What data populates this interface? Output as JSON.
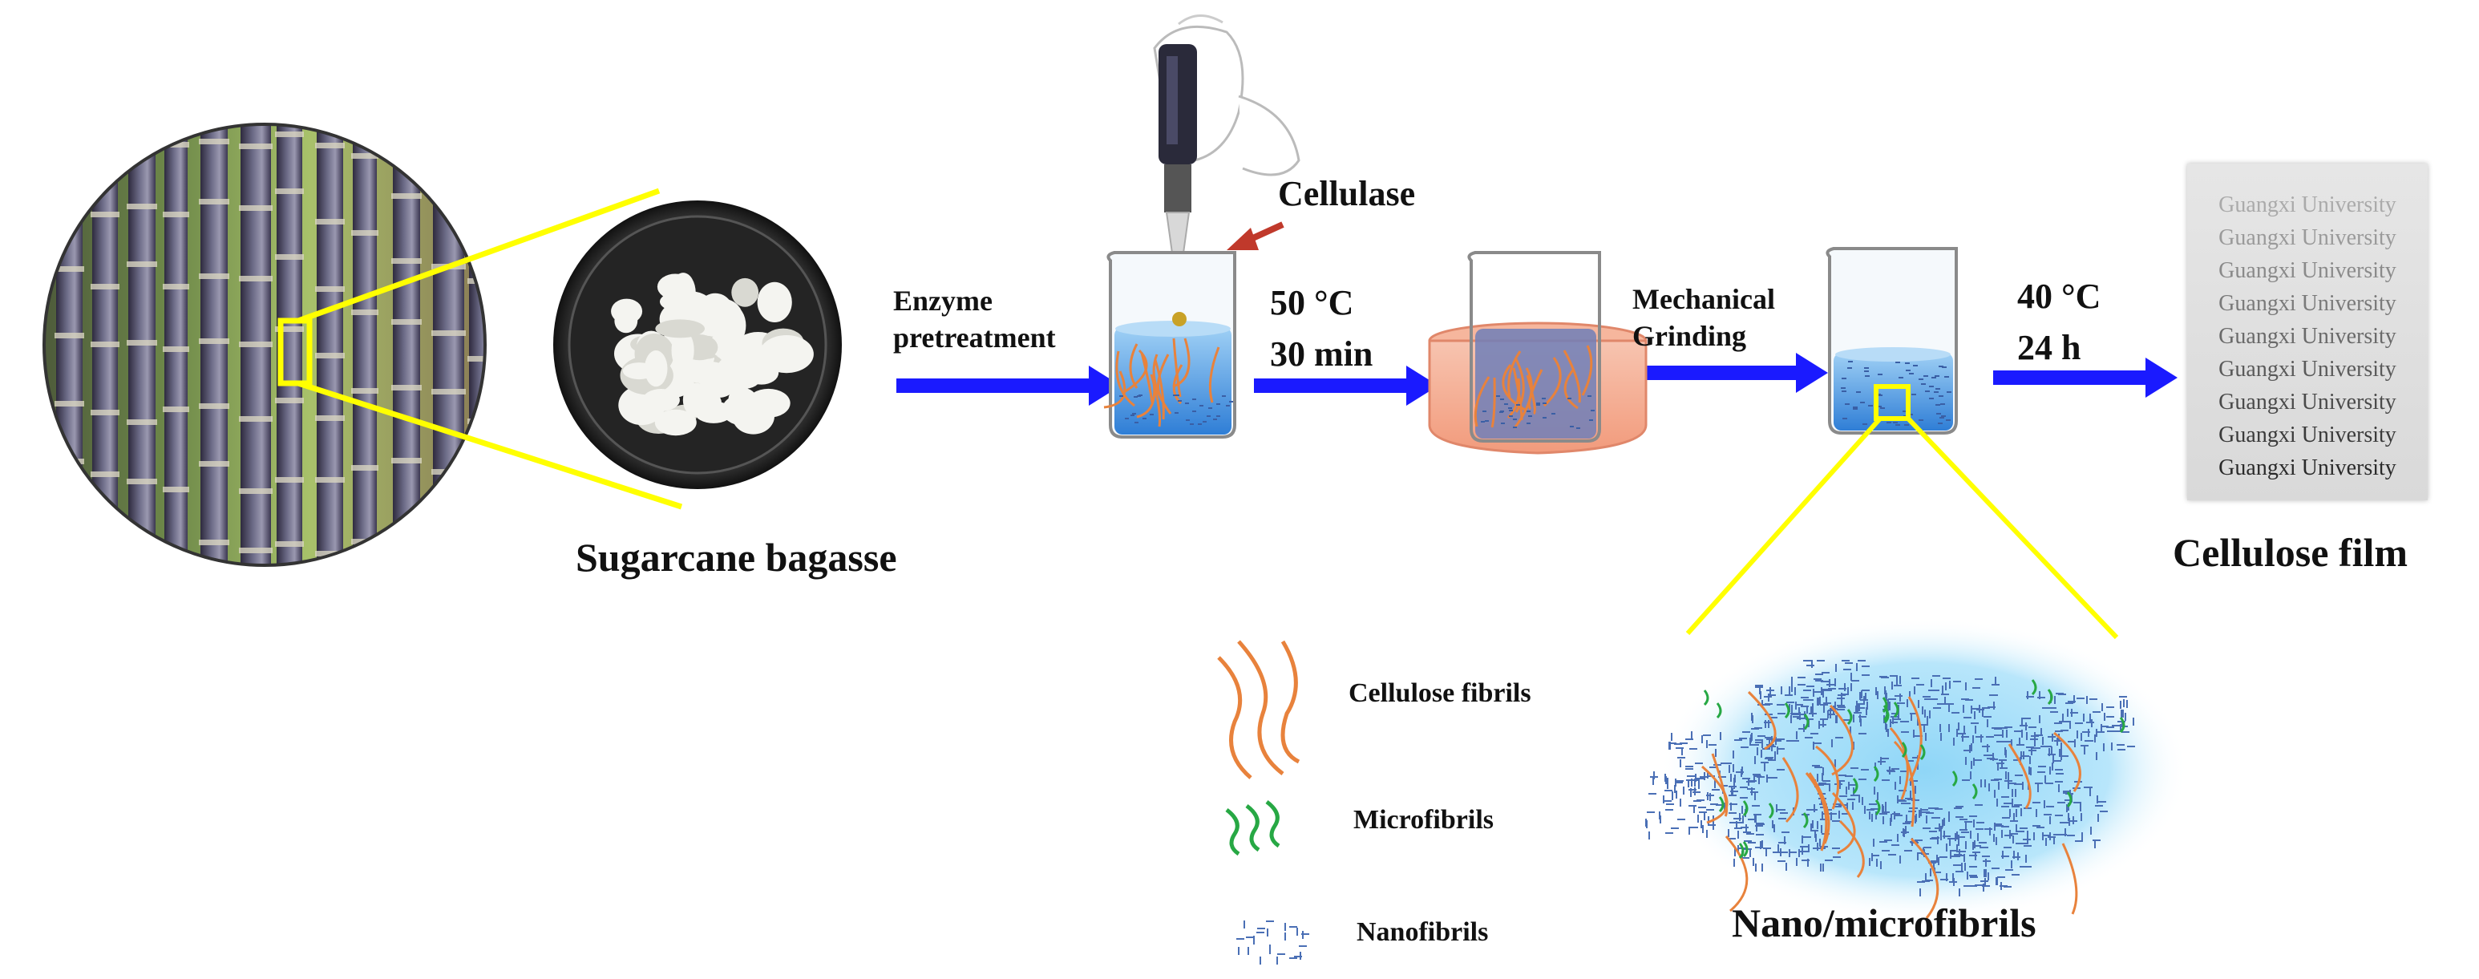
{
  "labels": {
    "sugarcane_bagasse": "Sugarcane bagasse",
    "cellulase": "Cellulase",
    "enzyme_pretreatment": [
      "Enzyme",
      "pretreatment"
    ],
    "condition_1": [
      "50 °C",
      "30 min"
    ],
    "mechanical_grinding": [
      "Mechanical",
      "Grinding"
    ],
    "condition_2": [
      "40 °C",
      "24 h"
    ],
    "cellulose_film": "Cellulose film",
    "nano_microfibrils": "Nano/microfibrils"
  },
  "legend": [
    {
      "name": "Cellulose fibrils",
      "icon": "orange-fibril-icon",
      "color": "#e8823c"
    },
    {
      "name": "Microfibrils",
      "icon": "green-microfibril-icon",
      "color": "#27a844"
    },
    {
      "name": "Nanofibrils",
      "icon": "blue-nanofibril-icon",
      "color": "#4a6fb5"
    }
  ],
  "film_text": [
    "Guangxi University",
    "Guangxi University",
    "Guangxi University",
    "Guangxi University",
    "Guangxi University",
    "Guangxi University",
    "Guangxi University",
    "Guangxi University",
    "Guangxi University"
  ],
  "colors": {
    "arrow": "#1a1aff",
    "callout": "#ffff00",
    "water": "#4a90e2",
    "bath": "#f4a088",
    "fibril": "#e8823c",
    "microfibril": "#27a844",
    "nanofibril": "#4a6fb5",
    "cellulase_arrow": "#c0392b"
  }
}
